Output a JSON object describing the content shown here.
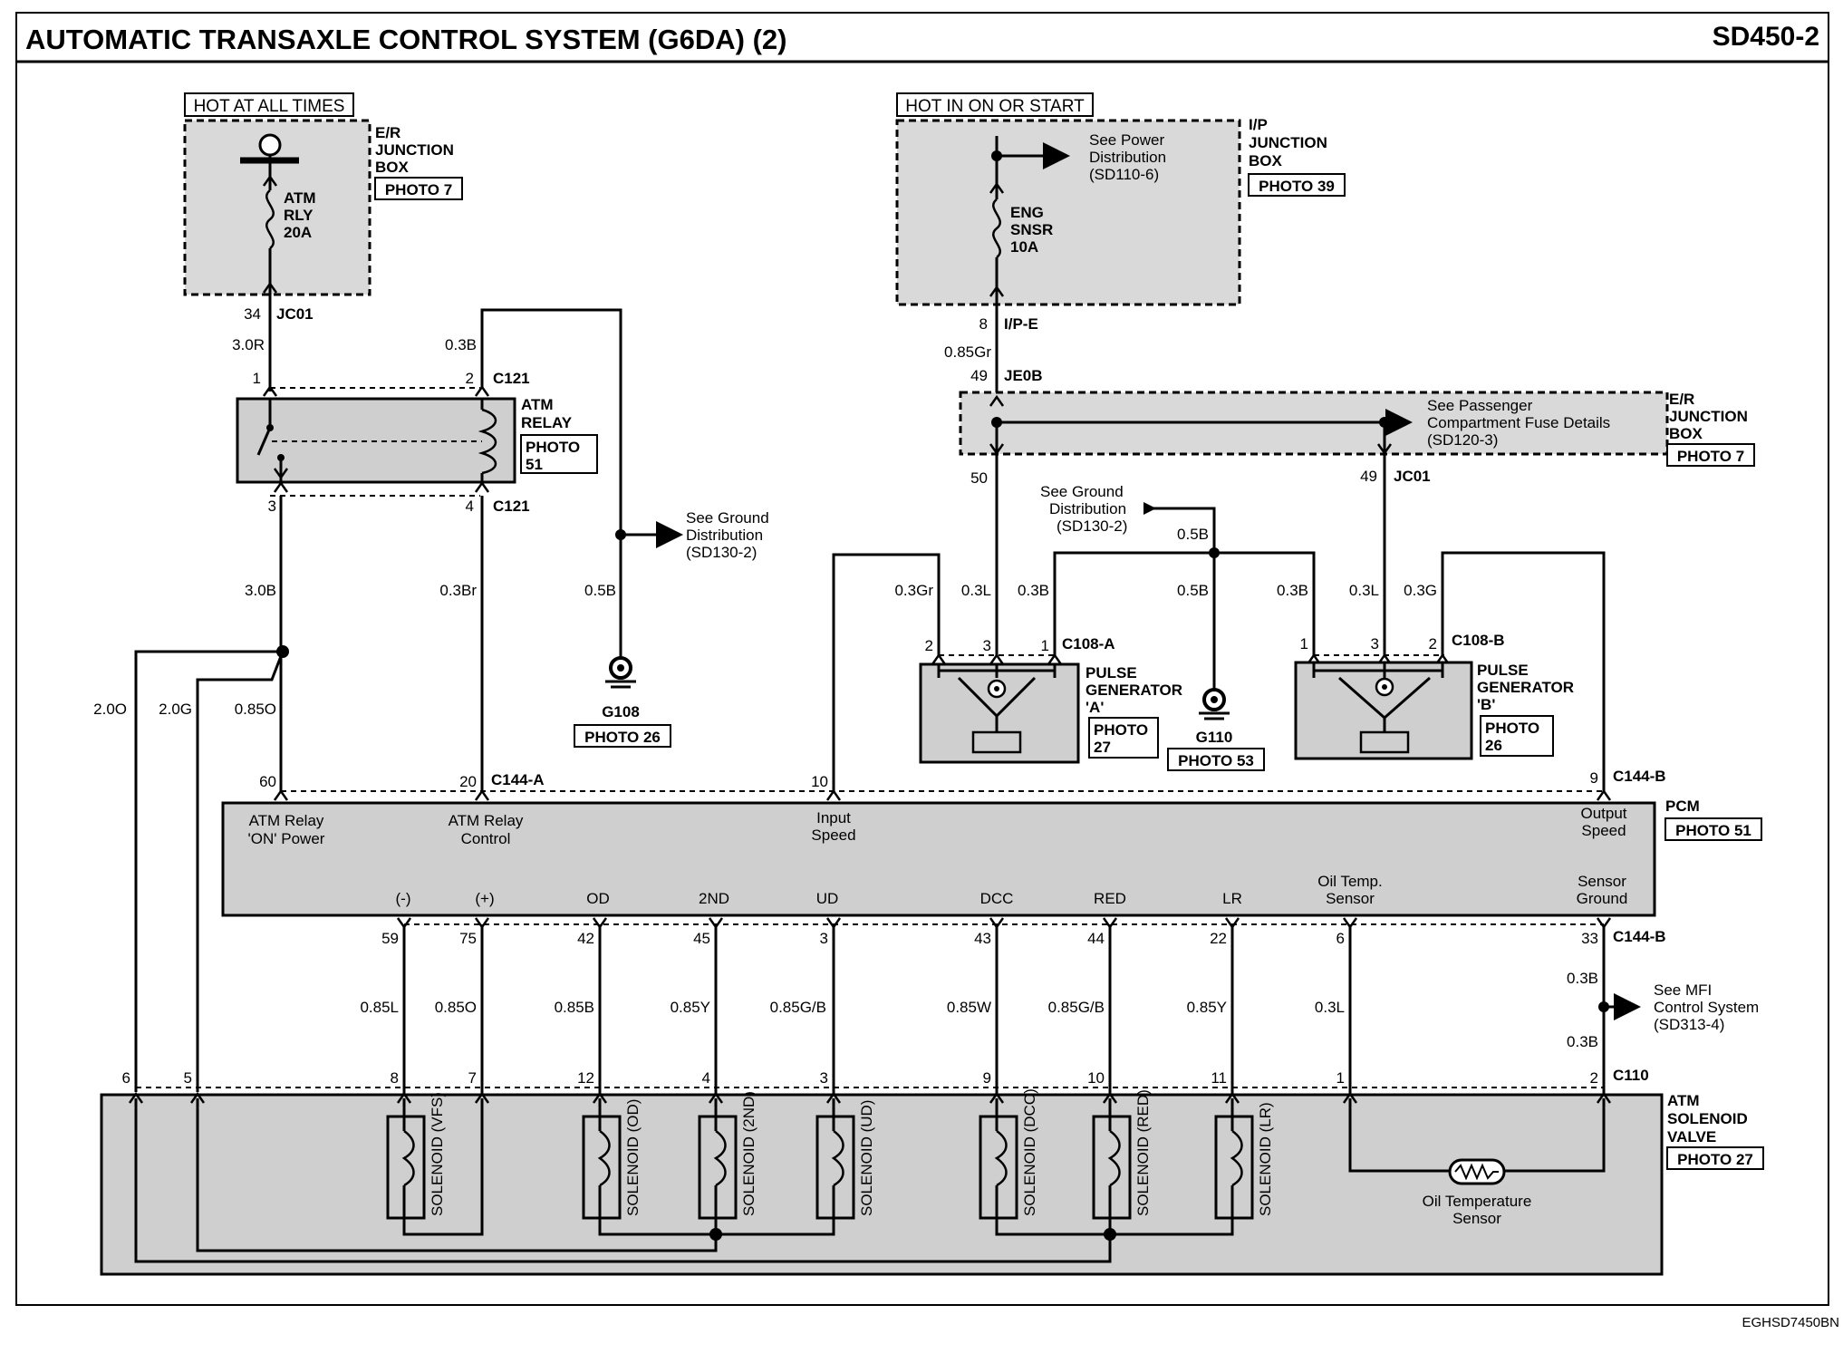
{
  "header": {
    "title": "AUTOMATIC TRANSAXLE CONTROL SYSTEM (G6DA) (2)",
    "page_code": "SD450-2",
    "footer_code": "EGHSD7450BN"
  },
  "power_left": {
    "label": "HOT AT ALL TIMES",
    "box_name_1": "E/R",
    "box_name_2": "JUNCTION",
    "box_name_3": "BOX",
    "photo": "PHOTO 7",
    "fuse_1": "ATM",
    "fuse_2": "RLY",
    "fuse_3": "20A",
    "pin": "34",
    "connector": "JC01"
  },
  "power_right": {
    "label": "HOT IN ON OR START",
    "see_1": "See Power",
    "see_2": "Distribution",
    "see_3": "(SD110-6)",
    "box_name_1": "I/P",
    "box_name_2": "JUNCTION",
    "box_name_3": "BOX",
    "photo": "PHOTO 39",
    "fuse_1": "ENG",
    "fuse_2": "SNSR",
    "fuse_3": "10A",
    "pin": "8",
    "connector": "I/P-E"
  },
  "er_box": {
    "pin_in": "49",
    "connector_in": "JE0B",
    "see_1": "See Passenger",
    "see_2": "Compartment Fuse Details",
    "see_3": "(SD120-3)",
    "name_1": "E/R",
    "name_2": "JUNCTION",
    "name_3": "BOX",
    "photo": "PHOTO 7",
    "pin_out_a": "50",
    "pin_out_b": "49",
    "connector_out_b": "JC01"
  },
  "relay": {
    "name_1": "ATM",
    "name_2": "RELAY",
    "photo_1": "PHOTO",
    "photo_2": "51",
    "pin1": "1",
    "pin2": "2",
    "pin3": "3",
    "pin4": "4",
    "connector_top": "C121",
    "connector_bottom": "C121"
  },
  "ground_g108": {
    "see_1": "See Ground",
    "see_2": "Distribution",
    "see_3": "(SD130-2)",
    "name": "G108",
    "photo": "PHOTO 26"
  },
  "ground_g110": {
    "see_1": "See Ground",
    "see_2": "Distribution",
    "see_3": "(SD130-2)",
    "name": "G110",
    "photo": "PHOTO 53"
  },
  "pulse_a": {
    "name_1": "PULSE",
    "name_2": "GENERATOR",
    "name_3": "'A'",
    "photo_1": "PHOTO",
    "photo_2": "27",
    "connector": "C108-A",
    "pin_1": "1",
    "pin_2": "2",
    "pin_3": "3"
  },
  "pulse_b": {
    "name_1": "PULSE",
    "name_2": "GENERATOR",
    "name_3": "'B'",
    "photo_1": "PHOTO",
    "photo_2": "26",
    "connector": "C108-B",
    "pin_1": "1",
    "pin_2": "2",
    "pin_3": "3"
  },
  "wires": {
    "w_30R": "3.0R",
    "w_03B_relay": "0.3B",
    "w_30B": "3.0B",
    "w_03Br": "0.3Br",
    "w_05B_g108": "0.5B",
    "w_20O": "2.0O",
    "w_20G": "2.0G",
    "w_085O_top": "0.85O",
    "w_085Gr": "0.85Gr",
    "w_03Gr": "0.3Gr",
    "w_03L_a": "0.3L",
    "w_03B_a": "0.3B",
    "w_05B_top": "0.5B",
    "w_05B_bottom": "0.5B",
    "w_03B_b": "0.3B",
    "w_03L_b": "0.3L",
    "w_03G": "0.3G",
    "w_085L": "0.85L",
    "w_085O": "0.85O",
    "w_085B": "0.85B",
    "w_085Y_2nd": "0.85Y",
    "w_085GB_ud": "0.85G/B",
    "w_085W": "0.85W",
    "w_085GB_red": "0.85G/B",
    "w_085Y_lr": "0.85Y",
    "w_03L_oil": "0.3L",
    "w_03B_sg_top": "0.3B",
    "w_03B_sg_bottom": "0.3B"
  },
  "pcm": {
    "name": "PCM",
    "photo": "PHOTO 51",
    "conn_a": "C144-A",
    "conn_b_top": "C144-B",
    "conn_b_bottom": "C144-B",
    "pin_60": "60",
    "pin_20": "20",
    "pin_10": "10",
    "pin_9": "9",
    "lbl_relay_power_1": "ATM Relay",
    "lbl_relay_power_2": "'ON' Power",
    "lbl_relay_ctrl_1": "ATM Relay",
    "lbl_relay_ctrl_2": "Control",
    "lbl_input_1": "Input",
    "lbl_input_2": "Speed",
    "lbl_output_1": "Output",
    "lbl_output_2": "Speed",
    "lbl_minus": "(-)",
    "lbl_plus": "(+)",
    "lbl_od": "OD",
    "lbl_2nd": "2ND",
    "lbl_ud": "UD",
    "lbl_dcc": "DCC",
    "lbl_red": "RED",
    "lbl_lr": "LR",
    "lbl_oil_1": "Oil Temp.",
    "lbl_oil_2": "Sensor",
    "lbl_sg_1": "Sensor",
    "lbl_sg_2": "Ground",
    "pin_59": "59",
    "pin_75": "75",
    "pin_42": "42",
    "pin_45": "45",
    "pin_3": "3",
    "pin_43": "43",
    "pin_44": "44",
    "pin_22": "22",
    "pin_6": "6",
    "pin_33": "33"
  },
  "mfi": {
    "see_1": "See MFI",
    "see_2": "Control System",
    "see_3": "(SD313-4)"
  },
  "solenoid_valve": {
    "name_1": "ATM",
    "name_2": "SOLENOID",
    "name_3": "VALVE",
    "photo": "PHOTO 27",
    "connector": "C110",
    "pin_6": "6",
    "pin_5": "5",
    "pin_8": "8",
    "pin_7": "7",
    "pin_12": "12",
    "pin_4": "4",
    "pin_3": "3",
    "pin_9": "9",
    "pin_10": "10",
    "pin_11": "11",
    "pin_1": "1",
    "pin_2": "2",
    "sol_vfs": "SOLENOID (VFS)",
    "sol_od": "SOLENOID (OD)",
    "sol_2nd": "SOLENOID (2ND)",
    "sol_ud": "SOLENOID (UD)",
    "sol_dcc": "SOLENOID (DCC)",
    "sol_red": "SOLENOID (RED)",
    "sol_lr": "SOLENOID (LR)",
    "oil_sensor_1": "Oil Temperature",
    "oil_sensor_2": "Sensor"
  }
}
